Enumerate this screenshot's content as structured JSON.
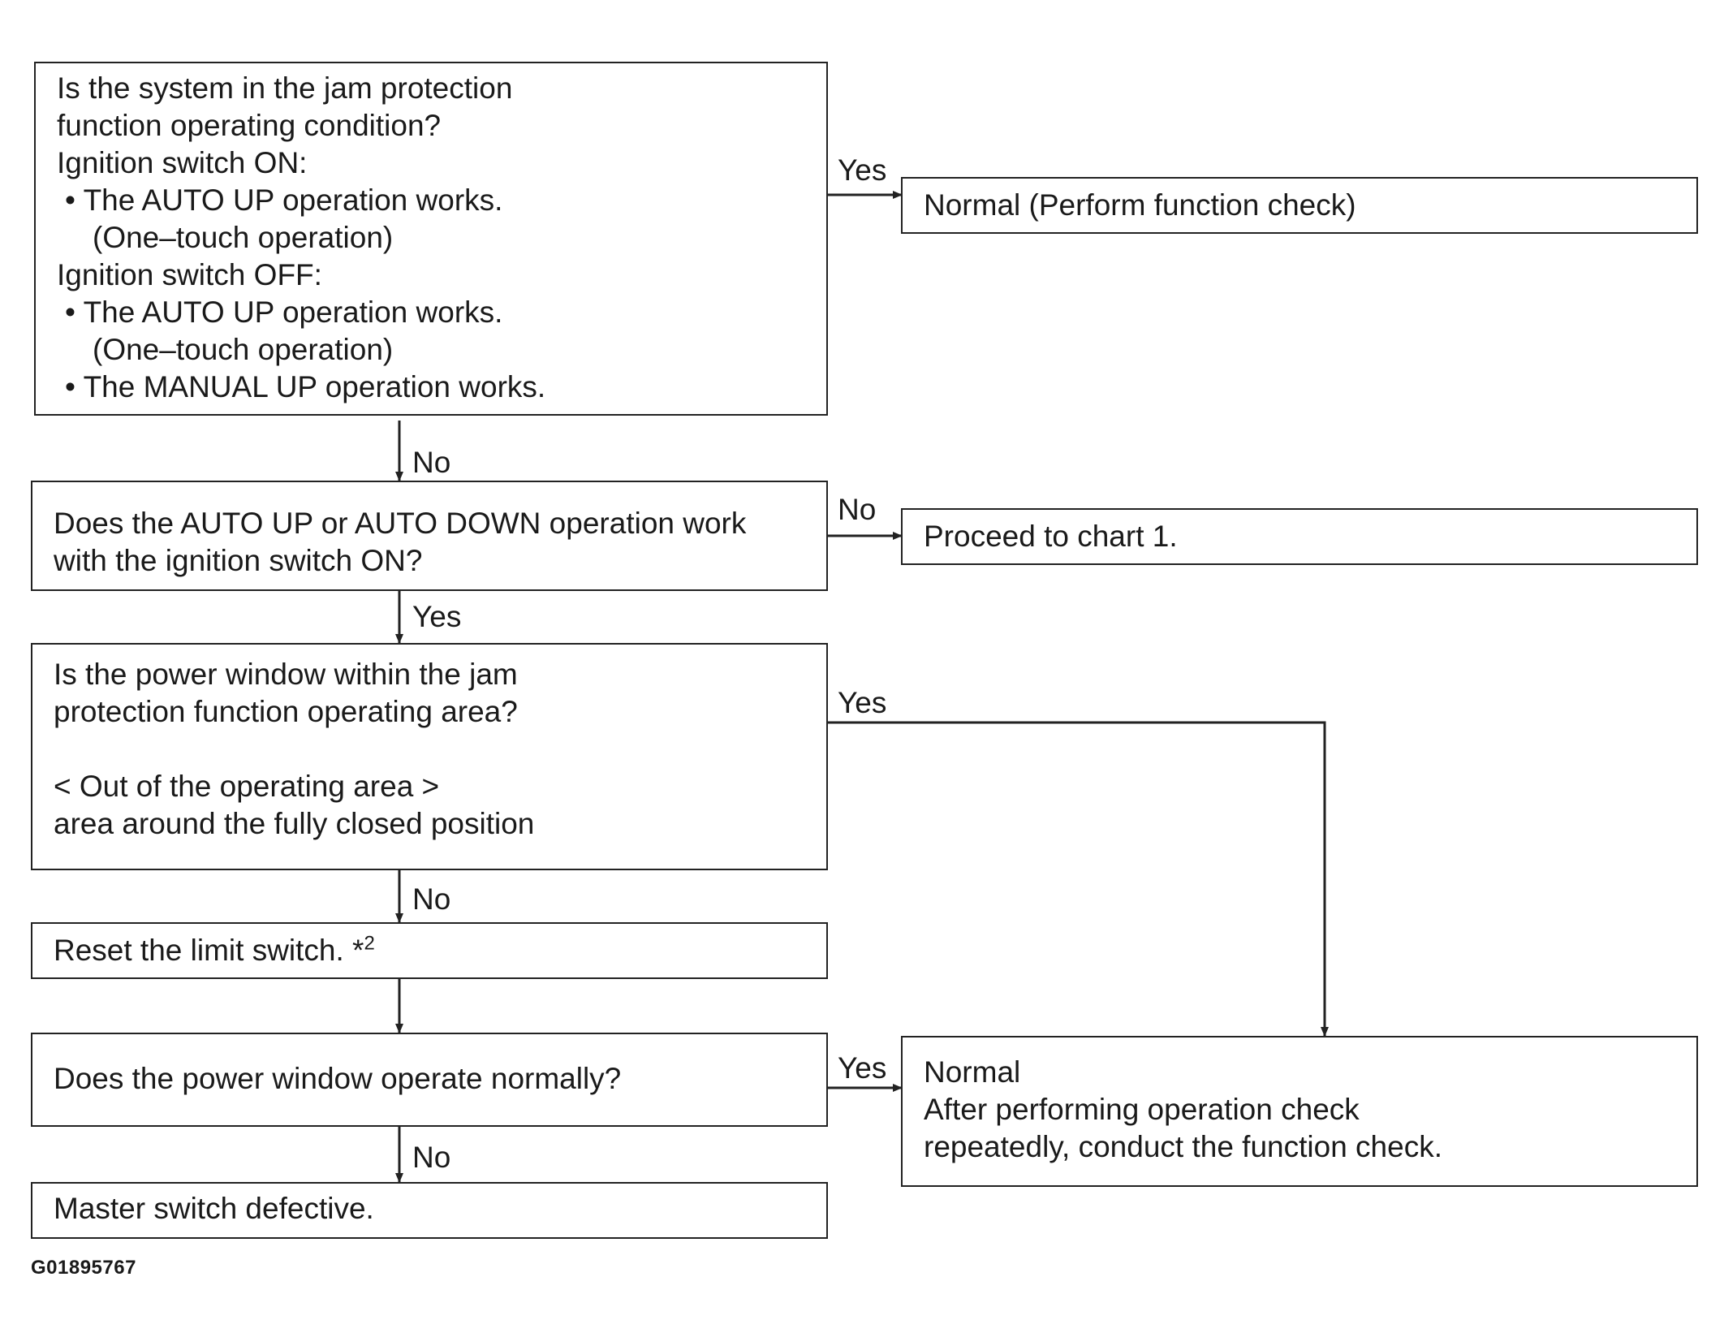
{
  "diagram": {
    "q1": {
      "lines": [
        "Is the system in the jam protection",
        "function operating condition?",
        "Ignition switch ON:",
        "• The AUTO UP operation works.",
        "(One–touch operation)",
        "Ignition switch OFF:",
        "• The AUTO UP operation works.",
        "(One–touch operation)",
        "• The MANUAL UP operation works."
      ]
    },
    "r1": "Normal (Perform function check)",
    "q2": {
      "lines": [
        "Does the AUTO UP or AUTO DOWN operation work",
        "with the ignition switch ON?"
      ]
    },
    "r2": "Proceed to chart 1.",
    "q3": {
      "lines": [
        "Is the power window within the jam",
        "protection function operating area?",
        "",
        "< Out of the operating area >",
        "area around the fully closed position"
      ]
    },
    "s1": {
      "text": "Reset the limit switch. *",
      "sup": "2"
    },
    "q4": "Does the power window operate normally?",
    "r3": {
      "lines": [
        "Normal",
        "After performing operation check",
        "repeatedly, conduct the function check."
      ]
    },
    "s2": "Master switch defective.",
    "labels": {
      "yes1": "Yes",
      "no1": "No",
      "no2": "No",
      "yes2": "Yes",
      "yes3": "Yes",
      "no3": "No",
      "yes4": "Yes",
      "no4": "No"
    },
    "figure_id": "G01895767"
  }
}
